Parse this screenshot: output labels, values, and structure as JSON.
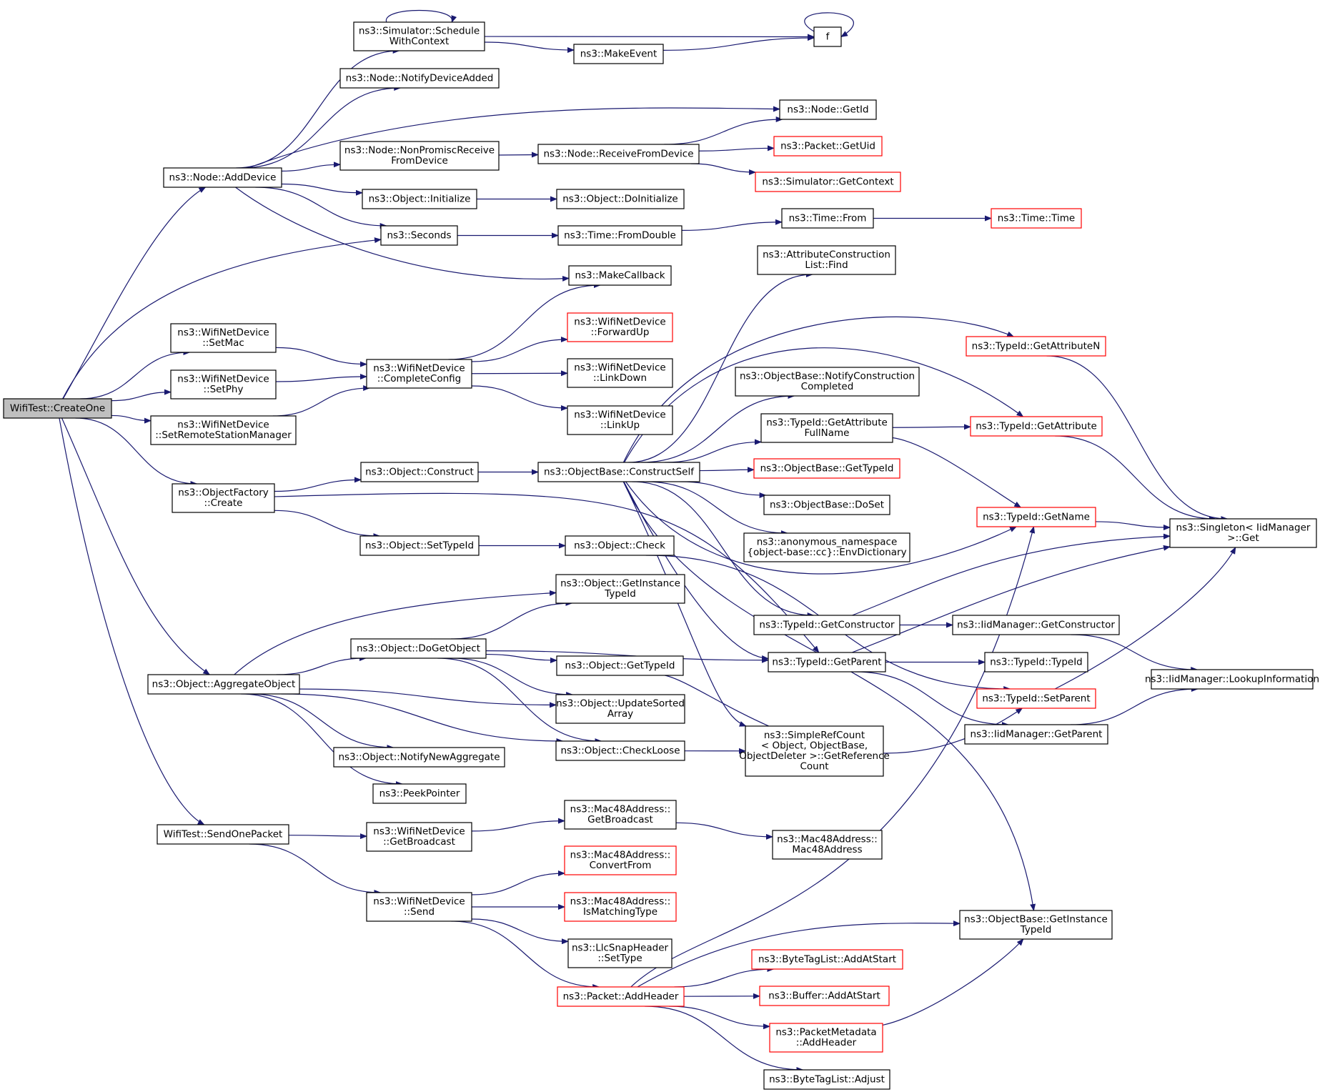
{
  "graph": {
    "title": "",
    "edge_color": "#191970",
    "link_box_color": "#ff0000",
    "root_fill": "#bfbfbf",
    "nodes": [
      {
        "id": "root",
        "lines": [
          "WifiTest::CreateOne"
        ],
        "red": false
      },
      {
        "id": "n_adddevice",
        "lines": [
          "ns3::Node::AddDevice"
        ],
        "red": false
      },
      {
        "id": "n_setmac",
        "lines": [
          "ns3::WifiNetDevice",
          "::SetMac"
        ],
        "red": false
      },
      {
        "id": "n_setphy",
        "lines": [
          "ns3::WifiNetDevice",
          "::SetPhy"
        ],
        "red": false
      },
      {
        "id": "n_setrsm",
        "lines": [
          "ns3::WifiNetDevice",
          "::SetRemoteStationManager"
        ],
        "red": false
      },
      {
        "id": "n_ofcreate",
        "lines": [
          "ns3::ObjectFactory",
          "::Create"
        ],
        "red": false
      },
      {
        "id": "n_aggregate",
        "lines": [
          "ns3::Object::AggregateObject"
        ],
        "red": false
      },
      {
        "id": "n_sendone",
        "lines": [
          "WifiTest::SendOnePacket"
        ],
        "red": false
      },
      {
        "id": "n_schedctx",
        "lines": [
          "ns3::Simulator::Schedule",
          "WithContext"
        ],
        "red": false
      },
      {
        "id": "n_notifyadded",
        "lines": [
          "ns3::Node::NotifyDeviceAdded"
        ],
        "red": false
      },
      {
        "id": "n_nonpromisc",
        "lines": [
          "ns3::Node::NonPromiscReceive",
          "FromDevice"
        ],
        "red": false
      },
      {
        "id": "n_objinit",
        "lines": [
          "ns3::Object::Initialize"
        ],
        "red": false
      },
      {
        "id": "n_seconds",
        "lines": [
          "ns3::Seconds"
        ],
        "red": false
      },
      {
        "id": "n_completeconfig",
        "lines": [
          "ns3::WifiNetDevice",
          "::CompleteConfig"
        ],
        "red": false
      },
      {
        "id": "n_objconstruct",
        "lines": [
          "ns3::Object::Construct"
        ],
        "red": false
      },
      {
        "id": "n_settypeid",
        "lines": [
          "ns3::Object::SetTypeId"
        ],
        "red": false
      },
      {
        "id": "n_dogetobject",
        "lines": [
          "ns3::Object::DoGetObject"
        ],
        "red": false
      },
      {
        "id": "n_notifynewagg",
        "lines": [
          "ns3::Object::NotifyNewAggregate"
        ],
        "red": false
      },
      {
        "id": "n_peekpointer",
        "lines": [
          "ns3::PeekPointer"
        ],
        "red": false
      },
      {
        "id": "n_getbroadcast",
        "lines": [
          "ns3::WifiNetDevice",
          "::GetBroadcast"
        ],
        "red": false
      },
      {
        "id": "n_send",
        "lines": [
          "ns3::WifiNetDevice",
          "::Send"
        ],
        "red": false
      },
      {
        "id": "n_makeevent",
        "lines": [
          "ns3::MakeEvent"
        ],
        "red": false
      },
      {
        "id": "n_recvfromdev",
        "lines": [
          "ns3::Node::ReceiveFromDevice"
        ],
        "red": false
      },
      {
        "id": "n_doinit",
        "lines": [
          "ns3::Object::DoInitialize"
        ],
        "red": false
      },
      {
        "id": "n_fromdouble",
        "lines": [
          "ns3::Time::FromDouble"
        ],
        "red": false
      },
      {
        "id": "n_makecallback",
        "lines": [
          "ns3::MakeCallback"
        ],
        "red": false
      },
      {
        "id": "n_forwardup",
        "lines": [
          "ns3::WifiNetDevice",
          "::ForwardUp"
        ],
        "red": true
      },
      {
        "id": "n_linkdown",
        "lines": [
          "ns3::WifiNetDevice",
          "::LinkDown"
        ],
        "red": false
      },
      {
        "id": "n_linkup",
        "lines": [
          "ns3::WifiNetDevice",
          "::LinkUp"
        ],
        "red": false
      },
      {
        "id": "n_constructself",
        "lines": [
          "ns3::ObjectBase::ConstructSelf"
        ],
        "red": false
      },
      {
        "id": "n_objcheck",
        "lines": [
          "ns3::Object::Check"
        ],
        "red": false
      },
      {
        "id": "n_getinsttypeid",
        "lines": [
          "ns3::Object::GetInstance",
          "TypeId"
        ],
        "red": false
      },
      {
        "id": "n_objgettypeid",
        "lines": [
          "ns3::Object::GetTypeId"
        ],
        "red": false
      },
      {
        "id": "n_updatesorted",
        "lines": [
          "ns3::Object::UpdateSorted",
          "Array"
        ],
        "red": false
      },
      {
        "id": "n_checkloose",
        "lines": [
          "ns3::Object::CheckLoose"
        ],
        "red": false
      },
      {
        "id": "n_macgetbcast",
        "lines": [
          "ns3::Mac48Address::",
          "GetBroadcast"
        ],
        "red": false
      },
      {
        "id": "n_convertfrom",
        "lines": [
          "ns3::Mac48Address::",
          "ConvertFrom"
        ],
        "red": true
      },
      {
        "id": "n_ismatching",
        "lines": [
          "ns3::Mac48Address::",
          "IsMatchingType"
        ],
        "red": true
      },
      {
        "id": "n_llcsettype",
        "lines": [
          "ns3::LlcSnapHeader",
          "::SetType"
        ],
        "red": false
      },
      {
        "id": "n_addheader",
        "lines": [
          "ns3::Packet::AddHeader"
        ],
        "red": true
      },
      {
        "id": "n_f",
        "lines": [
          "f"
        ],
        "red": false
      },
      {
        "id": "n_nodegetid",
        "lines": [
          "ns3::Node::GetId"
        ],
        "red": false
      },
      {
        "id": "n_pktgetuid",
        "lines": [
          "ns3::Packet::GetUid"
        ],
        "red": true
      },
      {
        "id": "n_simgetctx",
        "lines": [
          "ns3::Simulator::GetContext"
        ],
        "red": true
      },
      {
        "id": "n_timefrom",
        "lines": [
          "ns3::Time::From"
        ],
        "red": false
      },
      {
        "id": "n_acl_find",
        "lines": [
          "ns3::AttributeConstruction",
          "List::Find"
        ],
        "red": false
      },
      {
        "id": "n_notifyconstr",
        "lines": [
          "ns3::ObjectBase::NotifyConstruction",
          "Completed"
        ],
        "red": false
      },
      {
        "id": "n_getattrfull",
        "lines": [
          "ns3::TypeId::GetAttribute",
          "FullName"
        ],
        "red": false
      },
      {
        "id": "n_obgettypeid",
        "lines": [
          "ns3::ObjectBase::GetTypeId"
        ],
        "red": true
      },
      {
        "id": "n_obdoset",
        "lines": [
          "ns3::ObjectBase::DoSet"
        ],
        "red": false
      },
      {
        "id": "n_envdict",
        "lines": [
          "ns3::anonymous_namespace",
          "{object-base::cc}::EnvDictionary"
        ],
        "red": false
      },
      {
        "id": "n_getconstructor",
        "lines": [
          "ns3::TypeId::GetConstructor"
        ],
        "red": false
      },
      {
        "id": "n_getparent",
        "lines": [
          "ns3::TypeId::GetParent"
        ],
        "red": false
      },
      {
        "id": "n_simplerefcount",
        "lines": [
          "ns3::SimpleRefCount",
          "< Object, ObjectBase,",
          "ObjectDeleter >::GetReference",
          "Count"
        ],
        "red": false
      },
      {
        "id": "n_macctor",
        "lines": [
          "ns3::Mac48Address::",
          "Mac48Address"
        ],
        "red": false
      },
      {
        "id": "n_obgetinst",
        "lines": [
          "ns3::ObjectBase::GetInstance",
          "TypeId"
        ],
        "red": false
      },
      {
        "id": "n_btl_addatstart",
        "lines": [
          "ns3::ByteTagList::AddAtStart"
        ],
        "red": true
      },
      {
        "id": "n_buf_addatstart",
        "lines": [
          "ns3::Buffer::AddAtStart"
        ],
        "red": true
      },
      {
        "id": "n_pm_addheader",
        "lines": [
          "ns3::PacketMetadata",
          "::AddHeader"
        ],
        "red": true
      },
      {
        "id": "n_btl_adjust",
        "lines": [
          "ns3::ByteTagList::Adjust"
        ],
        "red": false
      },
      {
        "id": "n_timetime",
        "lines": [
          "ns3::Time::Time"
        ],
        "red": true
      },
      {
        "id": "n_getattrn",
        "lines": [
          "ns3::TypeId::GetAttributeN"
        ],
        "red": true
      },
      {
        "id": "n_getattr",
        "lines": [
          "ns3::TypeId::GetAttribute"
        ],
        "red": true
      },
      {
        "id": "n_getname",
        "lines": [
          "ns3::TypeId::GetName"
        ],
        "red": true
      },
      {
        "id": "n_iid_getctor",
        "lines": [
          "ns3::IidManager::GetConstructor"
        ],
        "red": false
      },
      {
        "id": "n_tid_typeid",
        "lines": [
          "ns3::TypeId::TypeId"
        ],
        "red": false
      },
      {
        "id": "n_setparent",
        "lines": [
          "ns3::TypeId::SetParent"
        ],
        "red": true
      },
      {
        "id": "n_iid_getparent",
        "lines": [
          "ns3::IidManager::GetParent"
        ],
        "red": false
      },
      {
        "id": "n_singleton",
        "lines": [
          "ns3::Singleton< IidManager",
          ">::Get"
        ],
        "red": false
      },
      {
        "id": "n_lookupinfo",
        "lines": [
          "ns3::IidManager::LookupInformation"
        ],
        "red": false
      }
    ],
    "edges": [
      [
        "root",
        "n_adddevice"
      ],
      [
        "root",
        "n_seconds"
      ],
      [
        "root",
        "n_setmac"
      ],
      [
        "root",
        "n_setphy"
      ],
      [
        "root",
        "n_setrsm"
      ],
      [
        "root",
        "n_ofcreate"
      ],
      [
        "root",
        "n_aggregate"
      ],
      [
        "root",
        "n_sendone"
      ],
      [
        "n_adddevice",
        "n_schedctx"
      ],
      [
        "n_adddevice",
        "n_notifyadded"
      ],
      [
        "n_adddevice",
        "n_nodegetid"
      ],
      [
        "n_adddevice",
        "n_nonpromisc"
      ],
      [
        "n_adddevice",
        "n_objinit"
      ],
      [
        "n_adddevice",
        "n_seconds"
      ],
      [
        "n_adddevice",
        "n_makecallback"
      ],
      [
        "n_schedctx",
        "n_schedctx"
      ],
      [
        "n_schedctx",
        "n_f"
      ],
      [
        "n_schedctx",
        "n_makeevent"
      ],
      [
        "n_makeevent",
        "n_f"
      ],
      [
        "n_f",
        "n_f"
      ],
      [
        "n_nonpromisc",
        "n_recvfromdev"
      ],
      [
        "n_recvfromdev",
        "n_nodegetid"
      ],
      [
        "n_recvfromdev",
        "n_pktgetuid"
      ],
      [
        "n_recvfromdev",
        "n_simgetctx"
      ],
      [
        "n_objinit",
        "n_doinit"
      ],
      [
        "n_seconds",
        "n_fromdouble"
      ],
      [
        "n_fromdouble",
        "n_timefrom"
      ],
      [
        "n_timefrom",
        "n_timetime"
      ],
      [
        "n_setmac",
        "n_completeconfig"
      ],
      [
        "n_setphy",
        "n_completeconfig"
      ],
      [
        "n_setrsm",
        "n_completeconfig"
      ],
      [
        "n_completeconfig",
        "n_makecallback"
      ],
      [
        "n_completeconfig",
        "n_forwardup"
      ],
      [
        "n_completeconfig",
        "n_linkdown"
      ],
      [
        "n_completeconfig",
        "n_linkup"
      ],
      [
        "n_ofcreate",
        "n_objconstruct"
      ],
      [
        "n_ofcreate",
        "n_settypeid"
      ],
      [
        "n_ofcreate",
        "n_getparent"
      ],
      [
        "n_objconstruct",
        "n_constructself"
      ],
      [
        "n_settypeid",
        "n_objcheck"
      ],
      [
        "n_objcheck",
        "n_setparent"
      ],
      [
        "n_constructself",
        "n_acl_find"
      ],
      [
        "n_constructself",
        "n_getattrn"
      ],
      [
        "n_constructself",
        "n_getattr"
      ],
      [
        "n_constructself",
        "n_notifyconstr"
      ],
      [
        "n_constructself",
        "n_getattrfull"
      ],
      [
        "n_constructself",
        "n_obgettypeid"
      ],
      [
        "n_constructself",
        "n_obdoset"
      ],
      [
        "n_constructself",
        "n_envdict"
      ],
      [
        "n_constructself",
        "n_getname"
      ],
      [
        "n_constructself",
        "n_getconstructor"
      ],
      [
        "n_constructself",
        "n_getparent"
      ],
      [
        "n_constructself",
        "n_simplerefcount"
      ],
      [
        "n_constructself",
        "n_obgetinst"
      ],
      [
        "n_getattrfull",
        "n_getattr"
      ],
      [
        "n_getattrfull",
        "n_getname"
      ],
      [
        "n_getattrn",
        "n_singleton"
      ],
      [
        "n_getattr",
        "n_singleton"
      ],
      [
        "n_getname",
        "n_singleton"
      ],
      [
        "n_getconstructor",
        "n_singleton"
      ],
      [
        "n_getconstructor",
        "n_iid_getctor"
      ],
      [
        "n_iid_getctor",
        "n_lookupinfo"
      ],
      [
        "n_getparent",
        "n_singleton"
      ],
      [
        "n_getparent",
        "n_tid_typeid"
      ],
      [
        "n_getparent",
        "n_iid_getparent"
      ],
      [
        "n_iid_getparent",
        "n_lookupinfo"
      ],
      [
        "n_setparent",
        "n_singleton"
      ],
      [
        "n_aggregate",
        "n_getinsttypeid"
      ],
      [
        "n_aggregate",
        "n_dogetobject"
      ],
      [
        "n_aggregate",
        "n_updatesorted"
      ],
      [
        "n_aggregate",
        "n_checkloose"
      ],
      [
        "n_aggregate",
        "n_notifynewagg"
      ],
      [
        "n_aggregate",
        "n_peekpointer"
      ],
      [
        "n_dogetobject",
        "n_getinsttypeid"
      ],
      [
        "n_dogetobject",
        "n_getparent"
      ],
      [
        "n_dogetobject",
        "n_objgettypeid"
      ],
      [
        "n_dogetobject",
        "n_updatesorted"
      ],
      [
        "n_dogetobject",
        "n_checkloose"
      ],
      [
        "n_objgettypeid",
        "n_setparent"
      ],
      [
        "n_checkloose",
        "n_simplerefcount"
      ],
      [
        "n_sendone",
        "n_getbroadcast"
      ],
      [
        "n_sendone",
        "n_send"
      ],
      [
        "n_getbroadcast",
        "n_macgetbcast"
      ],
      [
        "n_macgetbcast",
        "n_macctor"
      ],
      [
        "n_send",
        "n_convertfrom"
      ],
      [
        "n_send",
        "n_ismatching"
      ],
      [
        "n_send",
        "n_llcsettype"
      ],
      [
        "n_send",
        "n_addheader"
      ],
      [
        "n_addheader",
        "n_getname"
      ],
      [
        "n_addheader",
        "n_obgetinst"
      ],
      [
        "n_addheader",
        "n_btl_addatstart"
      ],
      [
        "n_addheader",
        "n_buf_addatstart"
      ],
      [
        "n_addheader",
        "n_pm_addheader"
      ],
      [
        "n_addheader",
        "n_btl_adjust"
      ],
      [
        "n_pm_addheader",
        "n_obgetinst"
      ]
    ]
  }
}
